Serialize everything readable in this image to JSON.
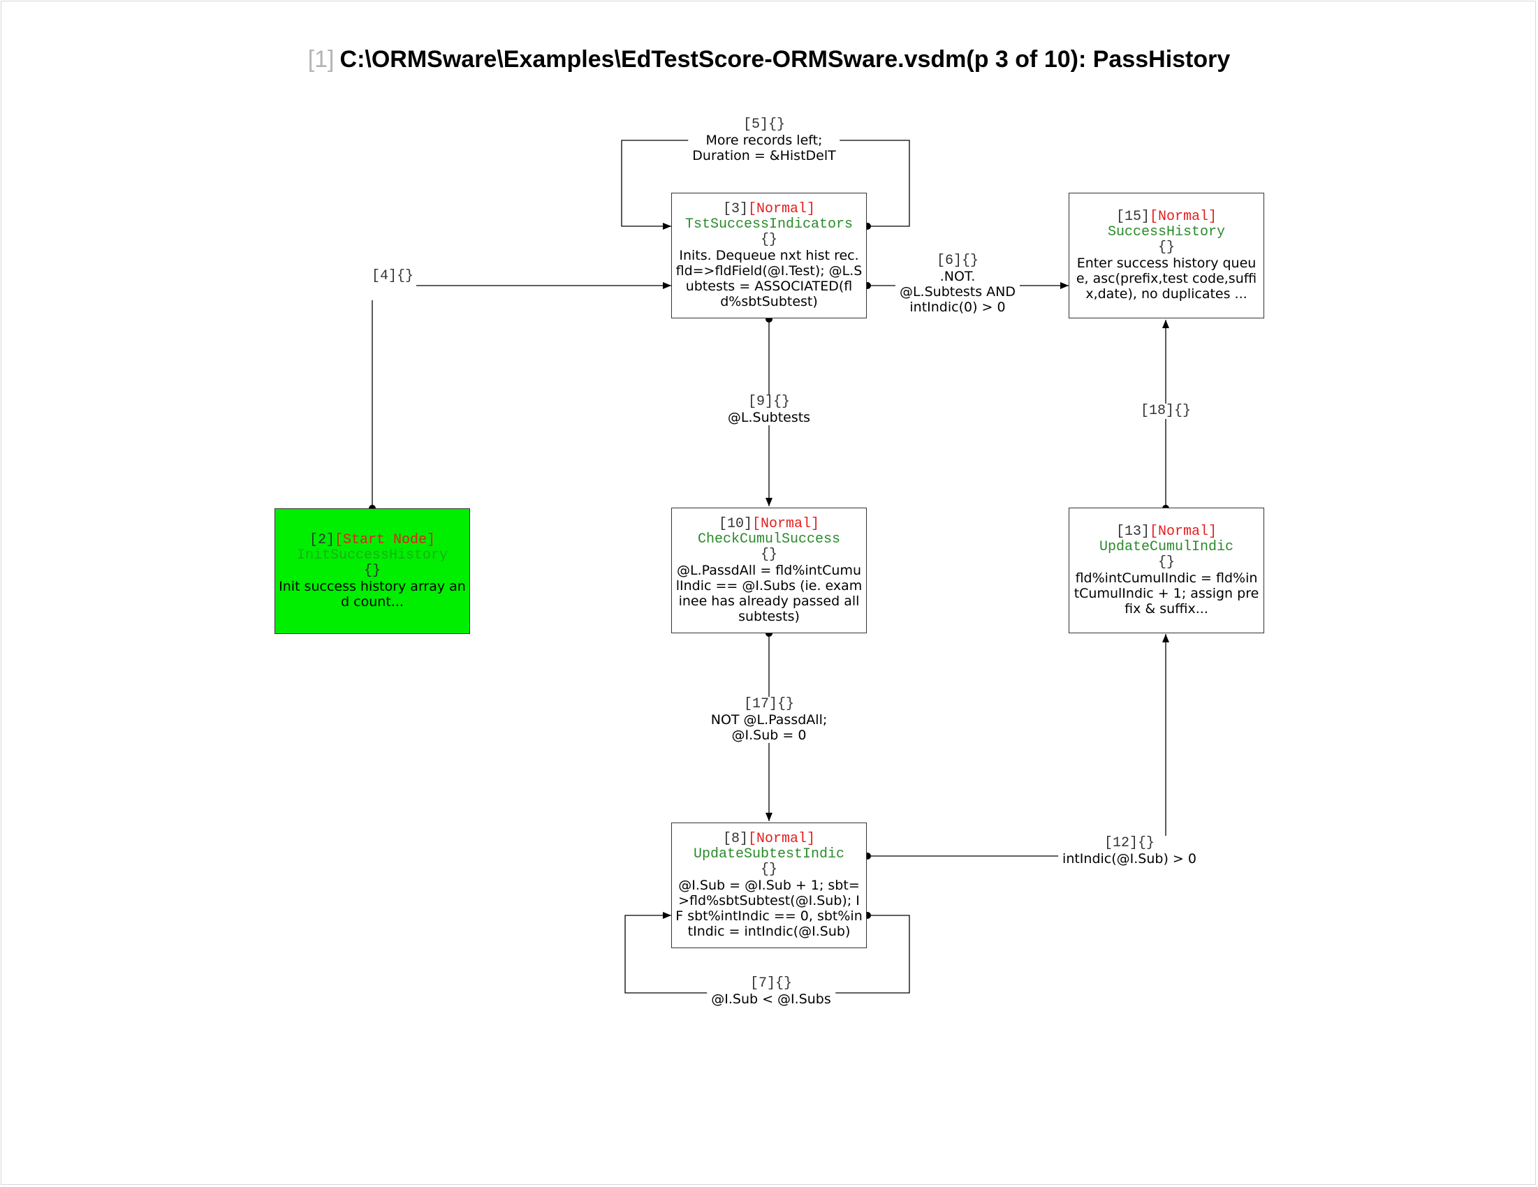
{
  "title": {
    "index": "[1]",
    "text": "C:\\ORMSware\\Examples\\EdTestScore-ORMSware.vsdm(p 3 of 10): PassHistory"
  },
  "colors": {
    "start_fill": "#00ee00",
    "type_text": "#e51e1e",
    "name_text": "#2a8a2a",
    "line": "#000000"
  },
  "nodes": {
    "n2": {
      "id": "[2]",
      "type": "[Start Node]",
      "name": "InitSuccessHistory",
      "braces": "{}",
      "body": "Init success history array and count..."
    },
    "n3": {
      "id": "[3]",
      "type": "[Normal]",
      "name": "TstSuccessIndicators",
      "braces": "{}",
      "body": "Inits. Dequeue nxt hist rec. fld=>fldField(@I.Test); @L.Subtests = ASSOCIATED(fld%sbtSubtest)"
    },
    "n15": {
      "id": "[15]",
      "type": "[Normal]",
      "name": "SuccessHistory",
      "braces": "{}",
      "body": "Enter success history queue, asc(prefix,test code,suffix,date), no duplicates ..."
    },
    "n10": {
      "id": "[10]",
      "type": "[Normal]",
      "name": "CheckCumulSuccess",
      "braces": "{}",
      "body": "@L.PassdAll = fld%intCumulIndic == @I.Subs (ie. examinee has already passed all subtests)"
    },
    "n13": {
      "id": "[13]",
      "type": "[Normal]",
      "name": "UpdateCumulIndic",
      "braces": "{}",
      "body": "fld%intCumulIndic = fld%intCumulIndic + 1; assign prefix & suffix..."
    },
    "n8": {
      "id": "[8]",
      "type": "[Normal]",
      "name": "UpdateSubtestIndic",
      "braces": "{}",
      "body": "@I.Sub = @I.Sub + 1; sbt=>fld%sbtSubtest(@I.Sub); IF sbt%intIndic == 0, sbt%intIndic = intIndic(@I.Sub)"
    }
  },
  "edges": {
    "e4": {
      "head": "[4]{}",
      "text": ""
    },
    "e5": {
      "head": "[5]{}",
      "text": "More records left;\nDuration = &HistDelT"
    },
    "e6": {
      "head": "[6]{}",
      "text": ".NOT.\n@L.Subtests AND\nintIndic(0) > 0"
    },
    "e9": {
      "head": "[9]{}",
      "text": "@L.Subtests"
    },
    "e18": {
      "head": "[18]{}",
      "text": ""
    },
    "e17": {
      "head": "[17]{}",
      "text": "NOT @L.PassdAll;\n@I.Sub = 0"
    },
    "e12": {
      "head": "[12]{}",
      "text": "intIndic(@I.Sub) > 0"
    },
    "e7": {
      "head": "[7]{}",
      "text": "@I.Sub < @I.Subs"
    }
  }
}
